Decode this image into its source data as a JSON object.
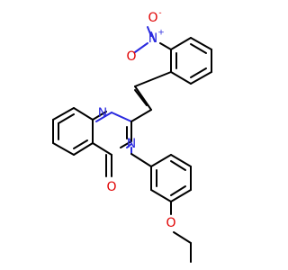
{
  "atoms": {
    "n_ring1": "N",
    "n_ring2": "N",
    "n_nitro": "N",
    "n_nitro_charge": "+",
    "o_nitro1": "O",
    "o_nitro1_charge": "-",
    "o_nitro2": "O",
    "o_carbonyl": "O",
    "o_ether": "O"
  },
  "colors": {
    "carbon": "#000000",
    "nitrogen": "#2a2adf",
    "oxygen": "#e00000",
    "background": "#ffffff"
  }
}
